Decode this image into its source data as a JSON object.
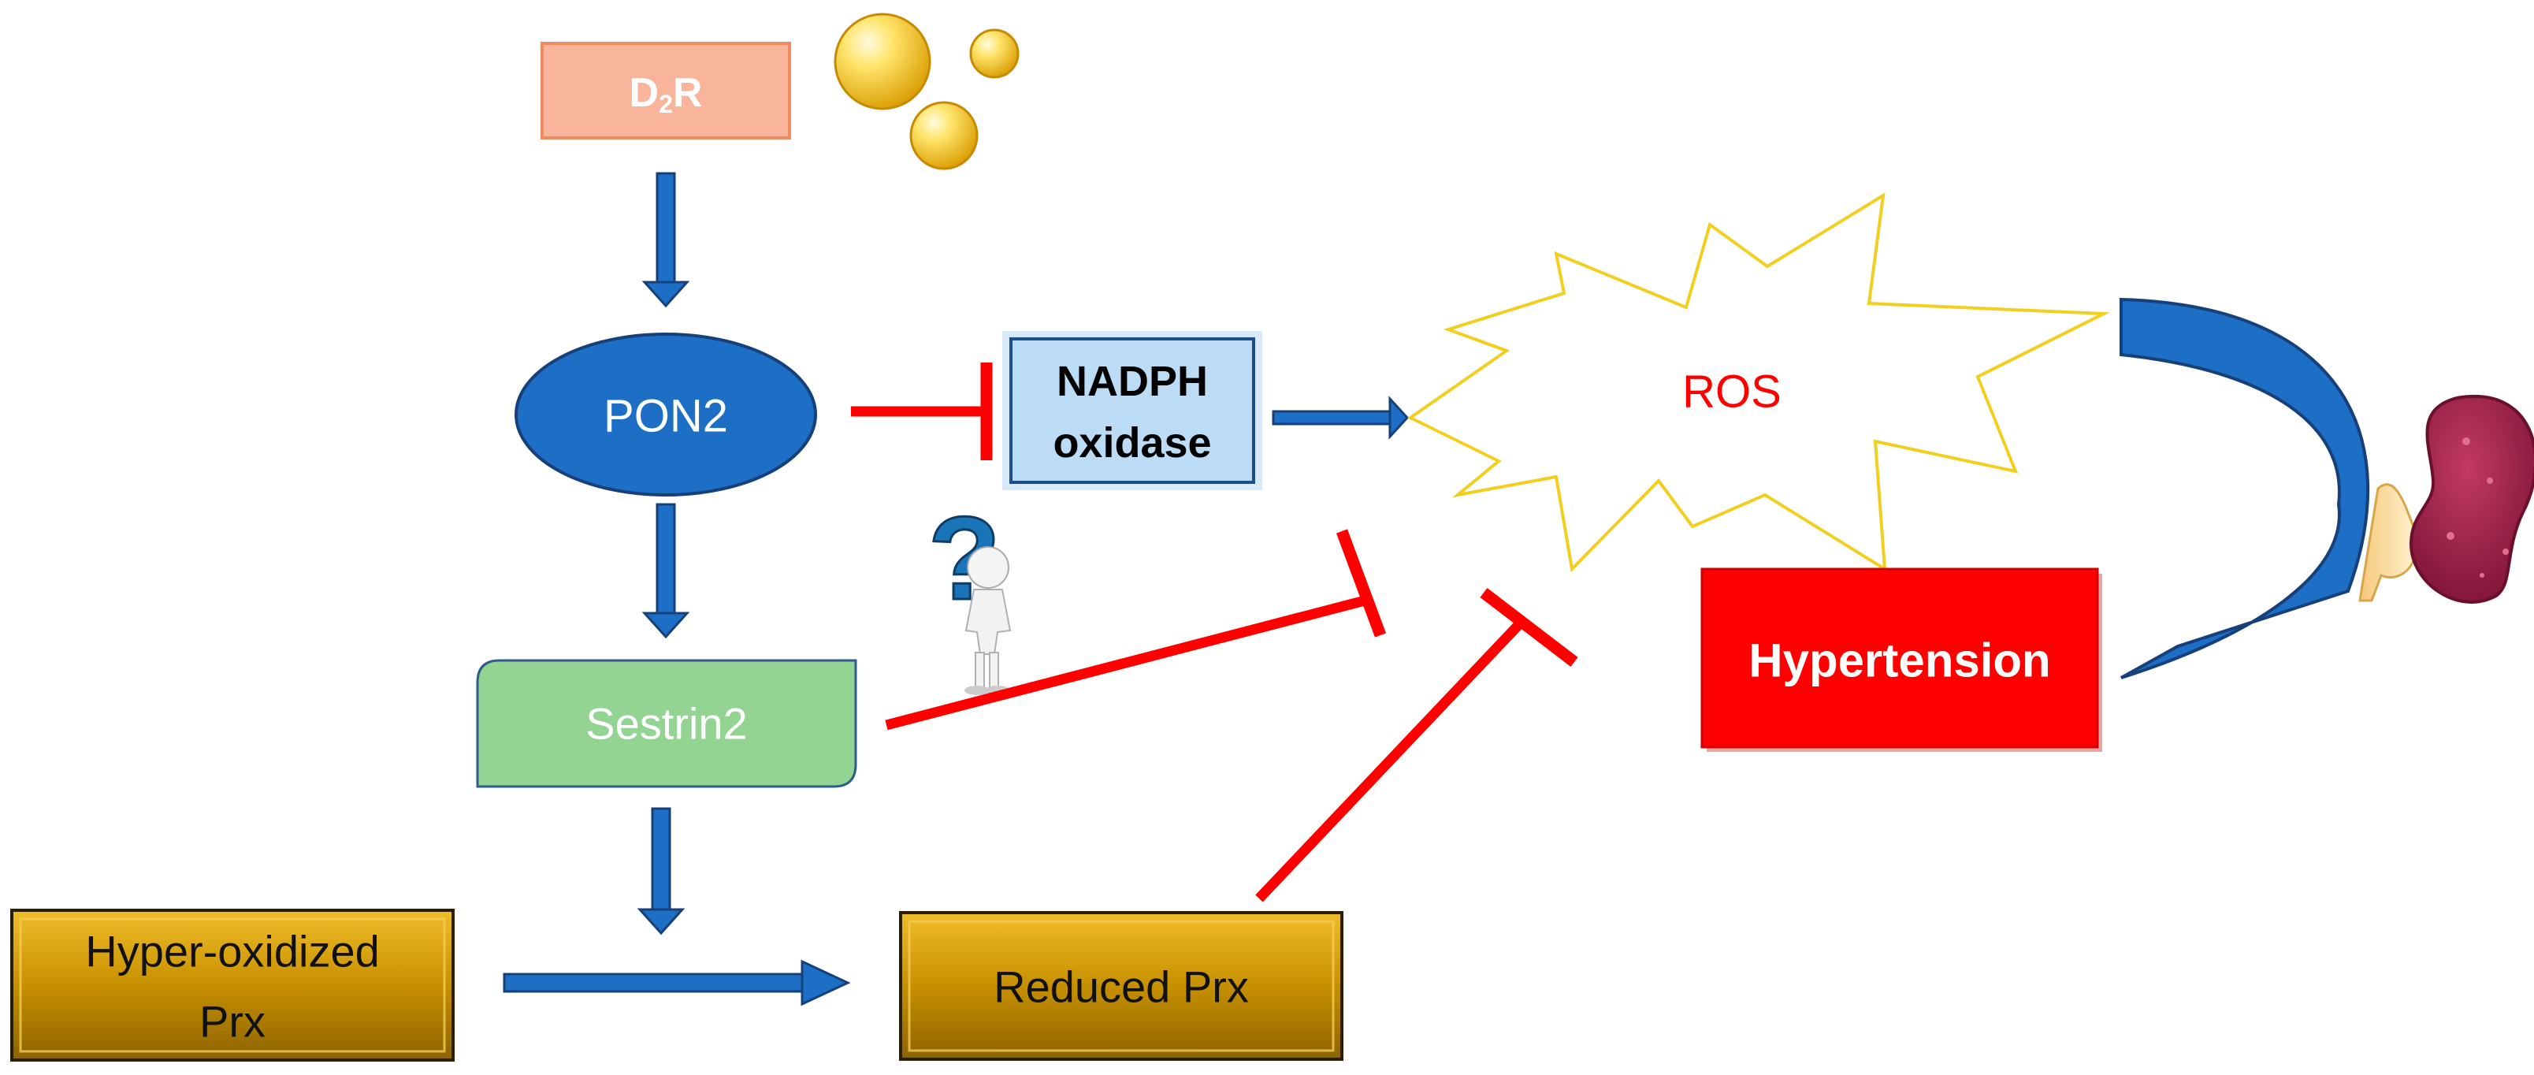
{
  "nodes": {
    "d2r": {
      "label_main": "D",
      "label_sub": "2",
      "label_end": "R"
    },
    "pon2": {
      "label": "PON2"
    },
    "nadph": {
      "line1": "NADPH",
      "line2": "oxidase"
    },
    "ros": {
      "label": "ROS"
    },
    "sestrin2": {
      "label": "Sestrin2"
    },
    "question": {
      "label": "?"
    },
    "hypertension": {
      "label": "Hypertension"
    },
    "hyper_prx": {
      "line1": "Hyper-oxidized",
      "line2": "Prx"
    },
    "reduced_prx": {
      "label": "Reduced Prx"
    }
  },
  "colors": {
    "blue": "#1c6fc4",
    "blue_dark": "#17407a",
    "red": "#ff0000",
    "gold": "#c08a00",
    "green": "#8fd18f",
    "salmon": "#f6b39a",
    "light_blue": "#b9daf4",
    "ros_outline": "#f2cf1f"
  },
  "icons": [
    "bubbles-icon",
    "thinking-person-icon",
    "kidney-icon"
  ]
}
